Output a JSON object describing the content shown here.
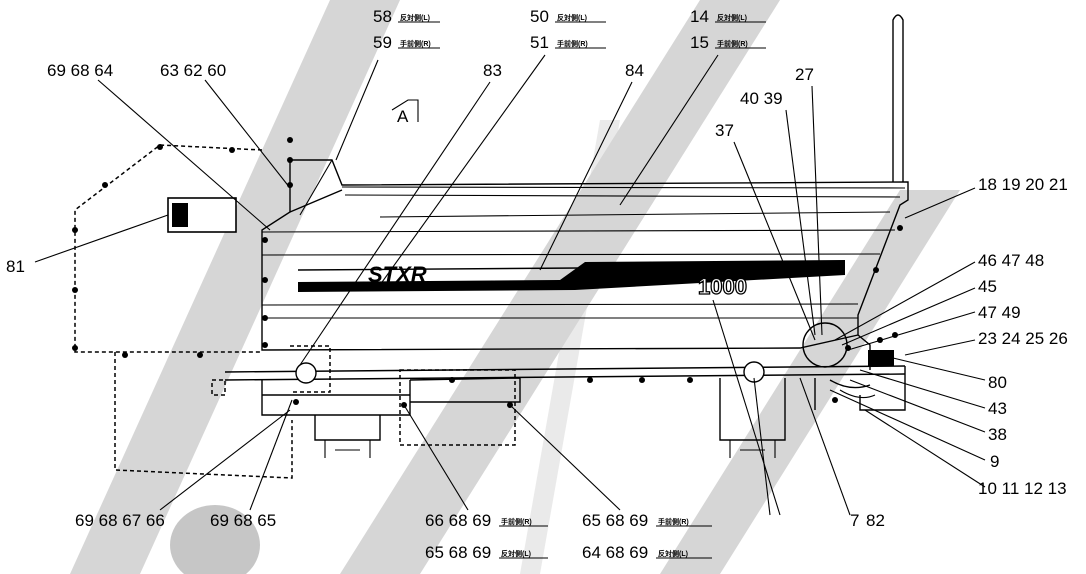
{
  "figure": {
    "view_marker": "A",
    "emblem_text": "STXR",
    "model_number": "1000"
  },
  "callouts": {
    "c58": "58",
    "c58_sub": "反対側(L)",
    "c59": "59",
    "c59_sub": "手前側(R)",
    "c50": "50",
    "c50_sub": "反対側(L)",
    "c51": "51",
    "c51_sub": "手前側(R)",
    "c14": "14",
    "c14_sub": "反対側(L)",
    "c15": "15",
    "c15_sub": "手前側(R)",
    "c696864": "69 68 64",
    "c636260": "63 62 60",
    "c83": "83",
    "c84": "84",
    "c27": "27",
    "c4039": "40 39",
    "c37": "37",
    "c18": "18  19  20  21",
    "c81": "81",
    "c46": "46 47 48",
    "c45": "45",
    "c4749": "47 49",
    "c23": "23 24 25 26",
    "c80": "80",
    "c43": "43",
    "c38": "38",
    "c9": "9",
    "c10": "10  11  12  13",
    "c69686766": "69 68 67 66",
    "c696865": "69 68 65",
    "c66": "66 68 69",
    "c66_sub": "手前側(R)",
    "c65a": "65 68 69",
    "c65a_sub": "手前側(R)",
    "c65b": "65 68 69",
    "c65b_sub": "反対側(L)",
    "c64": "64 68 69",
    "c64_sub": "反対側(L)",
    "c7": "7",
    "c82": "82"
  }
}
